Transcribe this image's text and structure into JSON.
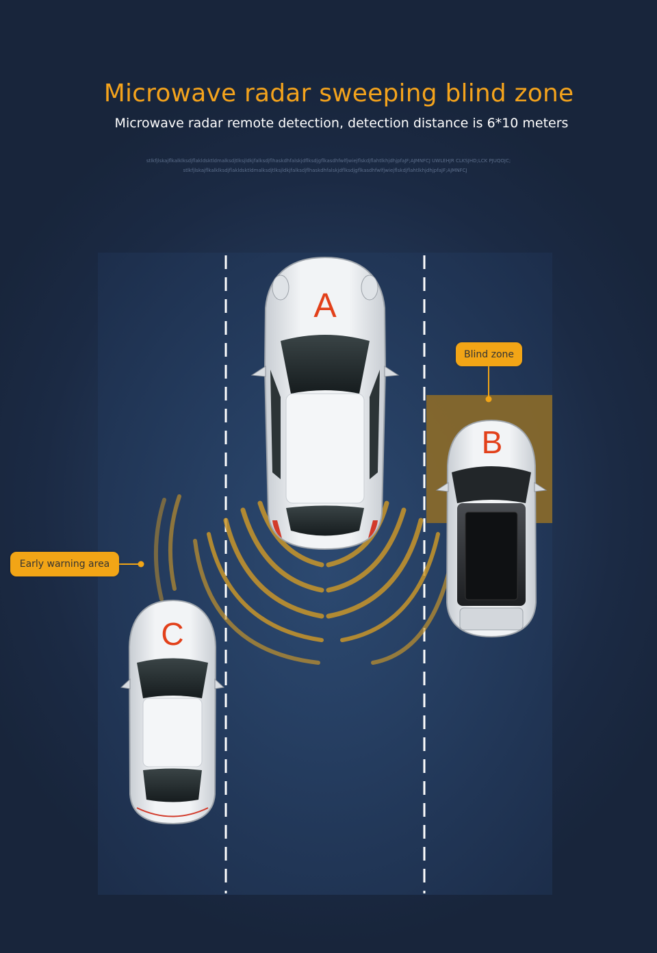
{
  "header": {
    "title": "Microwave radar sweeping blind zone",
    "subtitle": "Microwave radar remote detection, detection distance is 6*10 meters",
    "filler_line_1": "stlkfjlskajflkalklksdjflakldsktldmalksdjtlksjldkjfalksdjflhaskdhfalskjdflksdjgflkasdhfwlfjwiejflskdjflahtlkhjdhjpfaJF;AJMNFCJ UWLEHJR CLKSJHD;LCK PJUQOJC;",
    "filler_line_2": "stlkfjlskajflkalklksdjflakldsktldmalksdjtlksjldkjfalksdjflhaskdhfalskjdflksdjgflkasdhfwlfjwiejflskdjflahtlkhjdhjpfaJF;AJMNFCJ"
  },
  "vehicles": {
    "a_label": "A",
    "b_label": "B",
    "c_label": "C"
  },
  "callouts": {
    "blind_zone": "Blind zone",
    "early_warning": "Early warning area"
  },
  "colors": {
    "accent": "#f4a31c",
    "callout_bg": "#f2a516",
    "blind_zone_fill": "#8a6a2a",
    "vehicle_letter": "#e2401a",
    "road": "#1f3150"
  }
}
